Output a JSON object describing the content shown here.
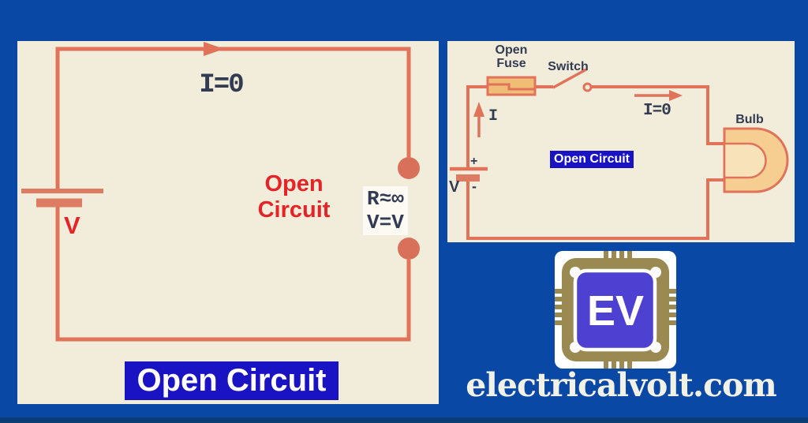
{
  "branding": {
    "logo_text": "EV",
    "website": "electricalvolt.com"
  },
  "colors": {
    "page_bg": "#0A48A6",
    "panel_bg": "#F2EDDA",
    "wire": "#E0735A",
    "terminal_dot": "#D9705A",
    "battery_plate": "#DD7C63",
    "navy_text": "#323B52",
    "red_text": "#E62428",
    "caption_bg": "#1913C4",
    "fuse_fill": "#F0BD76",
    "bulb_fill": "#F6CE92",
    "chip_gold": "#9A8A52",
    "chip_core": "#4E40D0"
  },
  "left_diagram": {
    "current_label": "I=0",
    "open_label_line1": "Open",
    "open_label_line2": "Circuit",
    "resistance_label": "R≈∞",
    "voltage_label": "V=V",
    "source_label": "V",
    "caption": "Open Circuit"
  },
  "right_diagram": {
    "fuse_label_line1": "Open",
    "fuse_label_line2": "Fuse",
    "switch_label": "Switch",
    "current_in_label": "I",
    "current_out_label": "I=0",
    "bulb_label": "Bulb",
    "caption": "Open Circuit",
    "source_label": "V",
    "plus_label": "+",
    "minus_label": "-"
  }
}
